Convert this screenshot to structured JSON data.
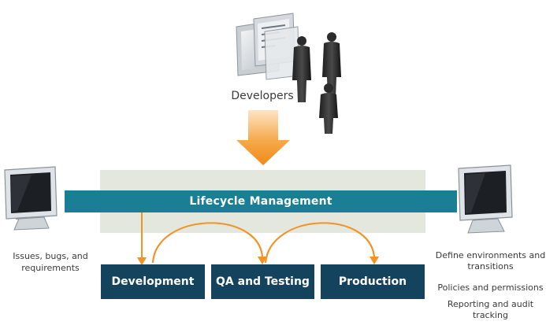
{
  "developers_label": "Developers",
  "lifecycle": {
    "title": "Lifecycle Management"
  },
  "stages": [
    "Development",
    "QA and Testing",
    "Production"
  ],
  "left_note": "Issues, bugs, and requirements",
  "right_notes": [
    "Define environments and transitions",
    "Policies and permissions",
    "Reporting and audit tracking"
  ],
  "colors": {
    "accent_orange": "#f39324",
    "lifecycle_bar": "#1a7e95",
    "stage_box": "#14435e",
    "panel": "#e3e7de"
  }
}
